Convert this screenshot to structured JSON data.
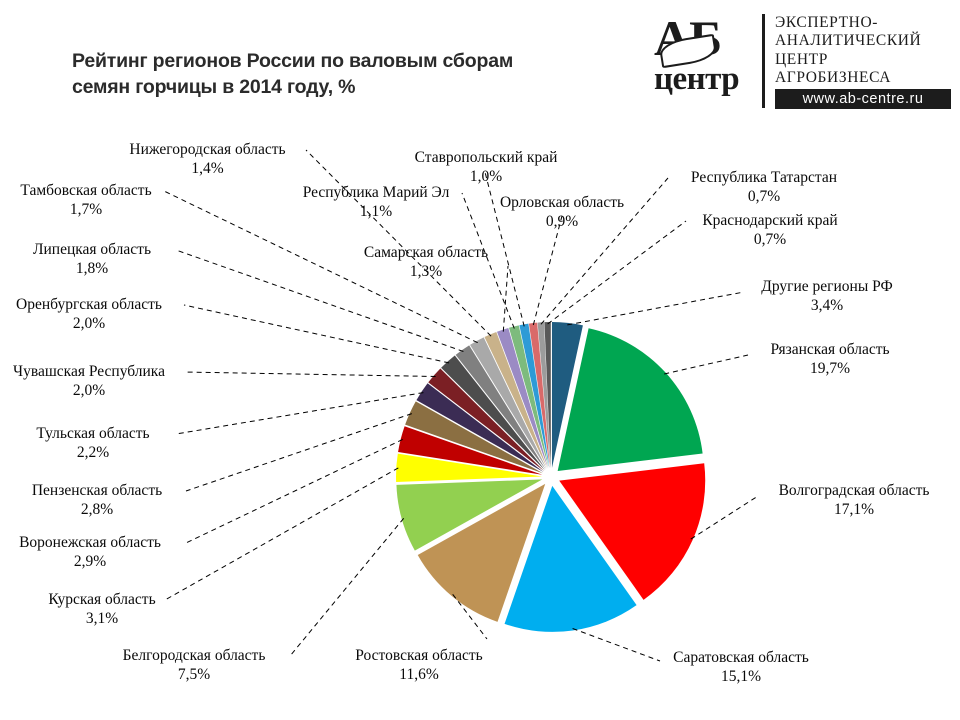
{
  "title": "Рейтинг регионов России по валовым сборам\nсемян горчицы в 2014 году, %",
  "logo": {
    "mark_ab": "АБ",
    "mark_centr": "центр",
    "lines": "ЭКСПЕРТНО-\nАНАЛИТИЧЕСКИЙ\nЦЕНТР\nАГРОБИЗНЕСА",
    "url": "www.ab-centre.ru"
  },
  "chart_data": {
    "type": "pie",
    "title": "Рейтинг регионов России по валовым сборам семян горчицы в 2014 году, %",
    "unit": "%",
    "value_decimal_separator": ",",
    "legend": "none",
    "exploded": true,
    "start_angle_deg": 0,
    "direction": "clockwise",
    "categories": [
      "Другие регионы РФ",
      "Рязанская область",
      "Волгоградская область",
      "Саратовская область",
      "Ростовская область",
      "Белгородская область",
      "Курская область",
      "Воронежская область",
      "Пензенская область",
      "Тульская область",
      "Чувашская Республика",
      "Оренбургская область",
      "Липецкая область",
      "Тамбовская область",
      "Нижегородская область",
      "Самарская область",
      "Республика Марий Эл",
      "Ставропольский край",
      "Орловская область",
      "Республика Татарстан",
      "Краснодарский край"
    ],
    "values": [
      3.4,
      19.7,
      17.1,
      15.1,
      11.6,
      7.5,
      3.1,
      2.9,
      2.8,
      2.2,
      2.0,
      2.0,
      1.8,
      1.7,
      1.4,
      1.3,
      1.1,
      1.0,
      0.9,
      0.7,
      0.7
    ],
    "value_labels": [
      "3,4%",
      "19,7%",
      "17,1%",
      "15,1%",
      "11,6%",
      "7,5%",
      "3,1%",
      "2,9%",
      "2,8%",
      "2,2%",
      "2,0%",
      "2,0%",
      "1,8%",
      "1,7%",
      "1,4%",
      "1,3%",
      "1,1%",
      "1,0%",
      "0,9%",
      "0,7%",
      "0,7%"
    ],
    "colors": [
      "#1F5C80",
      "#00A651",
      "#FF0000",
      "#00AEEF",
      "#BF9355",
      "#92D050",
      "#FFFF00",
      "#C00000",
      "#8B6F42",
      "#3B2C54",
      "#7B1F24",
      "#4D4D4D",
      "#808080",
      "#A9A9A9",
      "#C9B28A",
      "#9B8BC4",
      "#7DBB7D",
      "#2E9BD6",
      "#D96A6A",
      "#9C9C9C",
      "#595959"
    ]
  },
  "callouts": [
    {
      "key": "nizhegorodskaya",
      "name": "Нижегородская область",
      "percent": "1,4%"
    },
    {
      "key": "tambovskaya",
      "name": "Тамбовская область",
      "percent": "1,7%"
    },
    {
      "key": "lipetskaya",
      "name": "Липецкая область",
      "percent": "1,8%"
    },
    {
      "key": "orenburgskaya",
      "name": "Оренбургская область",
      "percent": "2,0%"
    },
    {
      "key": "chuvashskaya",
      "name": "Чувашская Республика",
      "percent": "2,0%"
    },
    {
      "key": "tulskaya",
      "name": "Тульская область",
      "percent": "2,2%"
    },
    {
      "key": "penzenskaya",
      "name": "Пензенская область",
      "percent": "2,8%"
    },
    {
      "key": "voronezhskaya",
      "name": "Воронежская область",
      "percent": "2,9%"
    },
    {
      "key": "kurskaya",
      "name": "Курская область",
      "percent": "3,1%"
    },
    {
      "key": "belgorodskaya",
      "name": "Белгородская область",
      "percent": "7,5%"
    },
    {
      "key": "rostovskaya",
      "name": "Ростовская область",
      "percent": "11,6%"
    },
    {
      "key": "saratovskaya",
      "name": "Саратовская область",
      "percent": "15,1%"
    },
    {
      "key": "volgogradskaya",
      "name": "Волгоградская область",
      "percent": "17,1%"
    },
    {
      "key": "ryazanskaya",
      "name": "Рязанская область",
      "percent": "19,7%"
    },
    {
      "key": "drugie",
      "name": "Другие регионы РФ",
      "percent": "3,4%"
    },
    {
      "key": "krasnodarskiy",
      "name": "Краснодарский край",
      "percent": "0,7%"
    },
    {
      "key": "tatarstan",
      "name": "Республика Татарстан",
      "percent": "0,7%"
    },
    {
      "key": "orlovskaya",
      "name": "Орловская область",
      "percent": "0,9%"
    },
    {
      "key": "stavropolskiy",
      "name": "Ставропольский край",
      "percent": "1,0%"
    },
    {
      "key": "mariyel",
      "name": "Республика Марий Эл",
      "percent": "1,1%"
    },
    {
      "key": "samarskaya",
      "name": "Самарская область",
      "percent": "1,3%"
    }
  ]
}
